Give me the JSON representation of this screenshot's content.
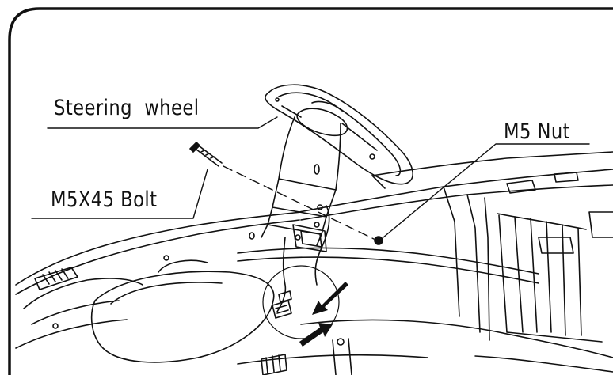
{
  "labels": {
    "steering_wheel": "Steering  wheel",
    "nut": "M5 Nut",
    "bolt": "M5X45 Bolt"
  },
  "colors": {
    "line": "#111111",
    "background": "#ffffff",
    "hatch": "#444444"
  }
}
